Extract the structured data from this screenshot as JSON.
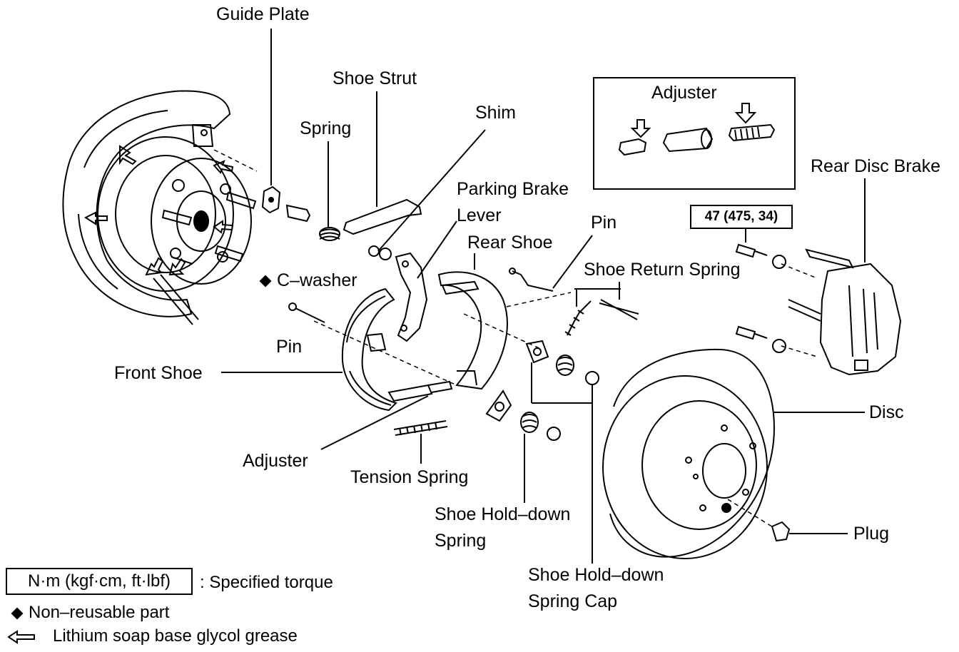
{
  "labels": {
    "guide_plate": "Guide Plate",
    "shoe_strut": "Shoe Strut",
    "shim": "Shim",
    "spring": "Spring",
    "parking_brake_lever_1": "Parking Brake",
    "parking_brake_lever_2": "Lever",
    "rear_shoe": "Rear Shoe",
    "pin_top": "Pin",
    "shoe_return_spring": "Shoe Return Spring",
    "c_washer": "C–washer",
    "pin_left": "Pin",
    "front_shoe": "Front Shoe",
    "adjuster": "Adjuster",
    "tension_spring": "Tension Spring",
    "shoe_hold_down_spring_1": "Shoe Hold–down",
    "shoe_hold_down_spring_2": "Spring",
    "shoe_hold_down_spring_cap_1": "Shoe Hold–down",
    "shoe_hold_down_spring_cap_2": "Spring Cap",
    "disc": "Disc",
    "plug": "Plug",
    "rear_disc_brake": "Rear Disc Brake",
    "adjuster_inset_title": "Adjuster"
  },
  "torque": {
    "value": "47 (475, 34)"
  },
  "legend": {
    "torque_units": "N·m (kgf·cm, ft·lbf)",
    "torque_desc": ": Specified torque",
    "non_reusable": "Non–reusable part",
    "grease": "Lithium soap base glycol grease"
  }
}
